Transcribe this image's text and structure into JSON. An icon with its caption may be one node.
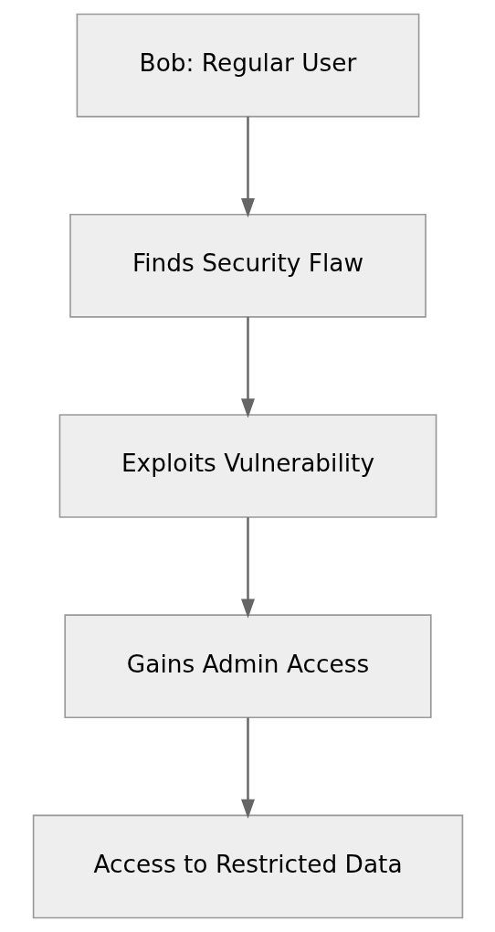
{
  "diagram": {
    "nodes": [
      {
        "text": [
          "Bob: Regular User"
        ]
      },
      {
        "text": [
          "Finds Security Flaw"
        ]
      },
      {
        "text": [
          "Exploits Vulnerability"
        ]
      },
      {
        "text": [
          "Gains Admin Access"
        ]
      },
      {
        "text": [
          "Access to Restricted Data"
        ]
      }
    ],
    "edges": [
      {
        "from": 0,
        "to": 1,
        "arrow": "to"
      },
      {
        "from": 1,
        "to": 2,
        "arrow": "to"
      },
      {
        "from": 2,
        "to": 3,
        "arrow": "to"
      },
      {
        "from": 3,
        "to": 4,
        "arrow": "to"
      }
    ]
  }
}
